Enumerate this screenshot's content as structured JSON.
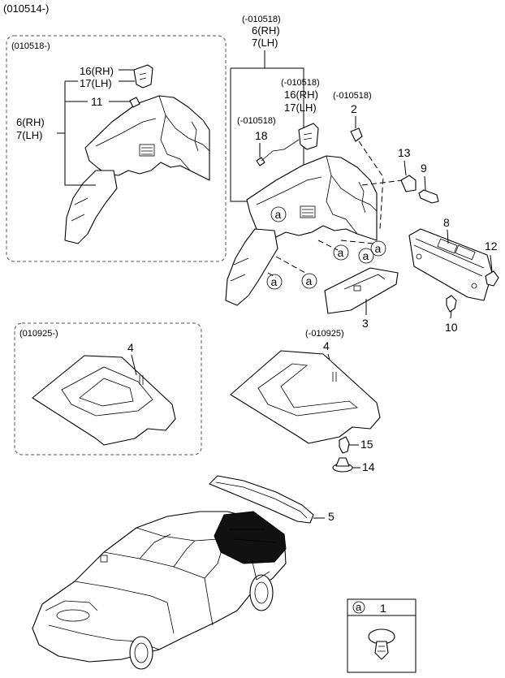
{
  "header_code": "(010514-)",
  "groups": {
    "box_top_left": "(010518-)",
    "box_mid_left": "(010925-)",
    "right_trim_date": "(-010518)",
    "right_trim_rh": "6(RH)",
    "right_trim_lh": "7(LH)",
    "bracket_date": "(-010518)",
    "bracket_rh": "16(RH)",
    "bracket_lh": "17(LH)",
    "clip2_date": "(-010518)",
    "screw18_date": "(-010518)",
    "mat_date": "(-010925)"
  },
  "callouts": {
    "left_bracket_rh": "16(RH)",
    "left_bracket_lh": "17(LH)",
    "left_screw": "11",
    "left_trim_rh": "6(RH)",
    "left_trim_lh": "7(LH)",
    "p2": "2",
    "p18": "18",
    "p13": "13",
    "p9": "9",
    "p8": "8",
    "p12": "12",
    "p10": "10",
    "p3": "3",
    "p4_left": "4",
    "p4_right": "4",
    "p15": "15",
    "p14": "14",
    "p5": "5"
  },
  "marker": "a",
  "legend": {
    "marker": "a",
    "number": "1"
  }
}
